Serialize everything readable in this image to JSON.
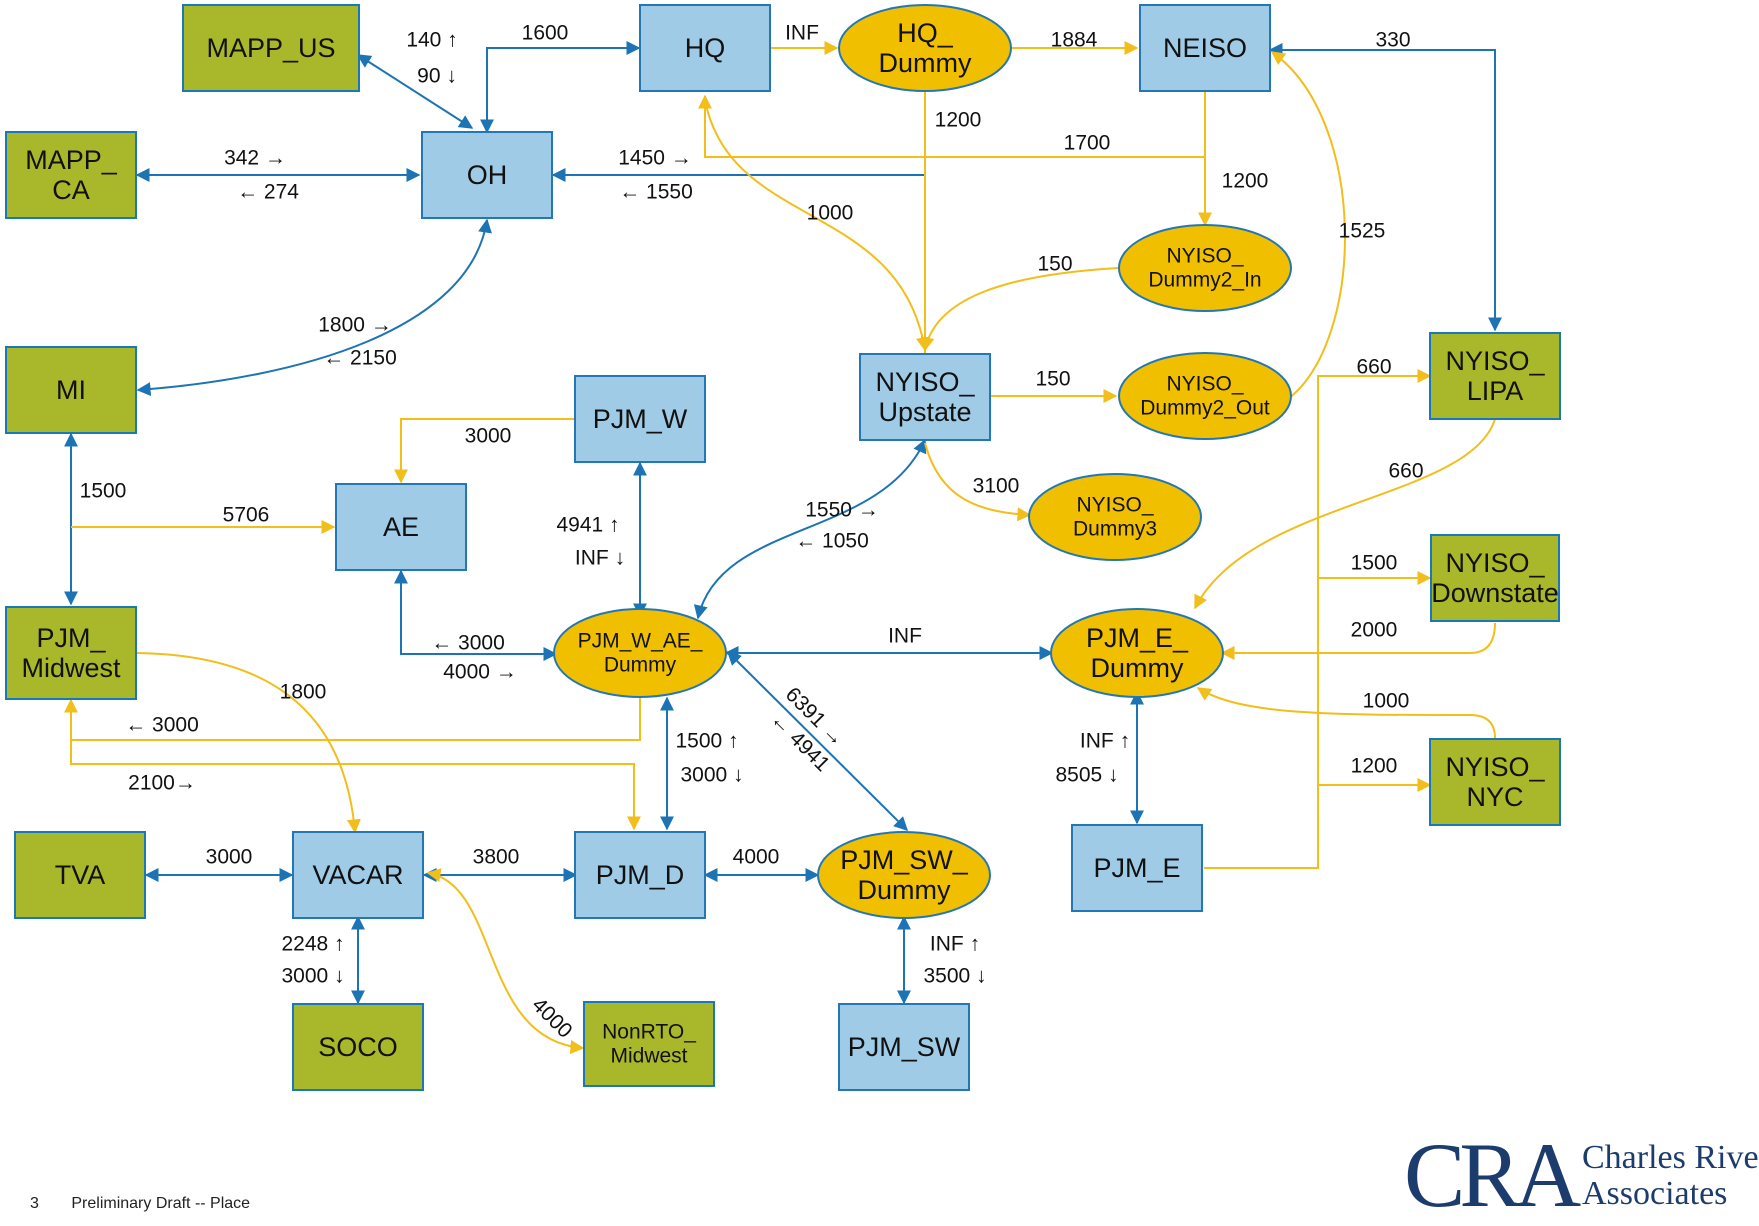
{
  "colors": {
    "blue_fill": "#9fcbe6",
    "blue_stroke": "#2377b5",
    "green_fill": "#a9b72a",
    "green_stroke": "#1b78b8",
    "gold_fill": "#f0c000",
    "gold_stroke": "#2377b5",
    "blue_edge": "#1c74b5",
    "gold_edge": "#f2be1b"
  },
  "nodes": {
    "mapp_us": "MAPP_US",
    "mapp_ca": [
      "MAPP_",
      "CA"
    ],
    "mi": "MI",
    "pjm_midwest": [
      "PJM_",
      "Midwest"
    ],
    "tva": "TVA",
    "soco": "SOCO",
    "nonrto_midwest": [
      "NonRTO_",
      "Midwest"
    ],
    "oh": "OH",
    "hq": "HQ",
    "hq_dummy": [
      "HQ_",
      "Dummy"
    ],
    "neiso": "NEISO",
    "nyiso_dummy2_in": [
      "NYISO_",
      "Dummy2_In"
    ],
    "nyiso_upstate": [
      "NYISO_",
      "Upstate"
    ],
    "nyiso_dummy2_out": [
      "NYISO_",
      "Dummy2_Out"
    ],
    "nyiso_lipa": [
      "NYISO_",
      "LIPA"
    ],
    "pjm_w": "PJM_W",
    "ae": "AE",
    "nyiso_dummy3": [
      "NYISO_",
      "Dummy3"
    ],
    "pjm_w_ae_dummy": [
      "PJM_W_AE_",
      "Dummy"
    ],
    "pjm_e_dummy": [
      "PJM_E_",
      "Dummy"
    ],
    "nyiso_downstate": [
      "NYISO_",
      "Downstate"
    ],
    "nyiso_nyc": [
      "NYISO_",
      "NYC"
    ],
    "vacar": "VACAR",
    "pjm_d": "PJM_D",
    "pjm_sw_dummy": [
      "PJM_SW_",
      "Dummy"
    ],
    "pjm_e": "PJM_E",
    "pjm_sw": "PJM_SW"
  },
  "edge_labels": {
    "mappus_up": "140 ↑",
    "mappus_down": "90 ↓",
    "oh_hq": "1600",
    "hq_hqdummy": "INF",
    "hqdummy_neiso": "1884",
    "neiso_lipa": "330",
    "mappca_right": "342 →",
    "mappca_left": "← 274",
    "upstate_oh_right": "1450 →",
    "upstate_oh_left": "← 1550",
    "hqdummy_down": "1200",
    "neiso_hq": "1700",
    "neiso_in": "1200",
    "hq_upstate": "1000",
    "in_upstate": "150",
    "out_neiso": "1525",
    "oh_mi_right": "1800 →",
    "oh_mi_left": "← 2150",
    "upstate_out": "150",
    "lipa_in": "660",
    "lipa_out": "660",
    "pjmw_ae": "3000",
    "mi_pjmmidwest": "1500",
    "pjmmidwest_ae": "5706",
    "upstate_dummy3": "3100",
    "pjmw_up": "4941 ↑",
    "pjmw_down": "INF ↓",
    "upstate_wae_right": "1550 →",
    "upstate_wae_left": "← 1050",
    "downstate_in": "1500",
    "downstate_out": "2000",
    "ae_wae_left": "← 3000",
    "ae_wae_right": "4000 →",
    "wae_pjmed": "INF",
    "pjmmidwest_vacar": "1800",
    "wae_sw_right": "6391 →",
    "wae_sw_left": "← 4941",
    "nyc_pjmed": "1000",
    "wae_midwest_left": "← 3000",
    "midwest_pjmd": "2100→",
    "pjmd_up": "1500 ↑",
    "pjmd_down": "3000 ↓",
    "pjme_up": "INF ↑",
    "pjme_down": "8505 ↓",
    "pjme_nyc": "1200",
    "tva_vacar": "3000",
    "vacar_pjmd": "3800",
    "pjmd_swdummy": "4000",
    "soco_up": "2248 ↑",
    "soco_down": "3000 ↓",
    "sw_up": "INF ↑",
    "sw_down": "3500 ↓",
    "vacar_nonrto": "4000"
  },
  "footer": {
    "page_number": "3",
    "text": "Preliminary Draft -- Place"
  },
  "logo": {
    "mark": "CRA",
    "line1": "Charles River",
    "line2": "Associates"
  }
}
